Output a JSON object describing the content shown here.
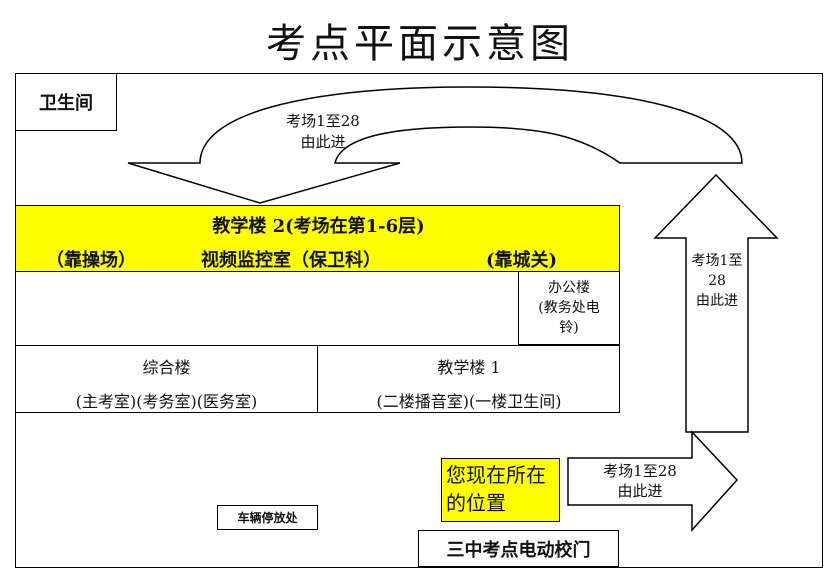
{
  "title": "考点平面示意图",
  "restroom": "卫生间",
  "top_arrow": {
    "line1": "考场1至28",
    "line2": "由此进"
  },
  "teaching_building_2": {
    "title": "教学楼 2(考场在第1-6层)",
    "left_note": "（靠操场）",
    "center_note": "视频监控室（保卫科）",
    "right_note": "(靠城关)",
    "color": "#ffff00"
  },
  "office_building": {
    "line1": "办公楼",
    "line2": "(教务处电",
    "line3": "铃)"
  },
  "complex_building": {
    "name": "综合楼",
    "rooms": "(主考室)(考务室)(医务室)"
  },
  "teaching_building_1": {
    "name": "教学楼 1",
    "rooms": "(二楼播音室)(一楼卫生间)"
  },
  "right_arrow": {
    "line1": "考场1至",
    "line2": "28",
    "line3": "由此进"
  },
  "current_location": {
    "line1": "您现在所在",
    "line2": "的位置",
    "color": "#ffff00"
  },
  "gate_arrow": {
    "line1": "考场1至28",
    "line2": "由此进"
  },
  "parking": "车辆停放处",
  "gate": "三中考点电动校门"
}
